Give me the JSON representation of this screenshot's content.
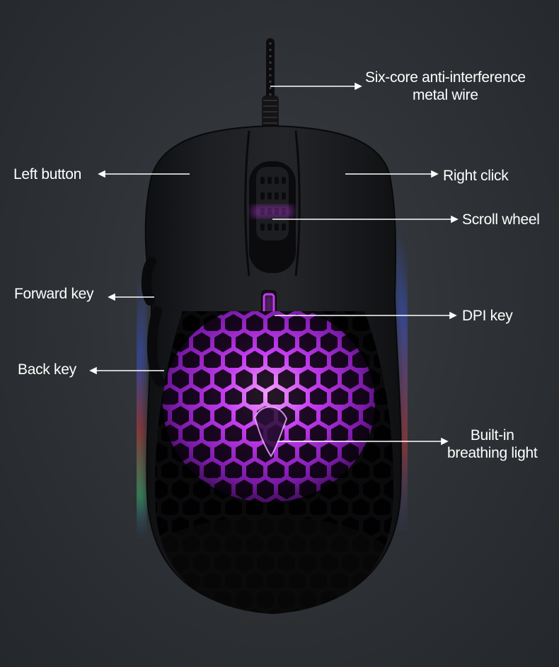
{
  "colors": {
    "background": "#2d3034",
    "mouse_body": "#17181b",
    "glow_purple": "#c43cf0",
    "glow_blue": "#3a5cff",
    "glow_red": "#ff3a3a",
    "label_text": "#ffffff"
  },
  "labels": {
    "wire_line1": "Six-core anti-interference",
    "wire_line2": "metal wire",
    "left_button": "Left button",
    "right_click": "Right click",
    "scroll_wheel": "Scroll wheel",
    "forward_key": "Forward key",
    "dpi_key": "DPI key",
    "back_key": "Back key",
    "light_line1": "Built-in",
    "light_line2": "breathing light"
  },
  "icons": [
    "gaming-mouse-illustration",
    "honeycomb-shell",
    "scroll-wheel-icon",
    "dpi-button-icon",
    "logo-emblem-icon"
  ]
}
